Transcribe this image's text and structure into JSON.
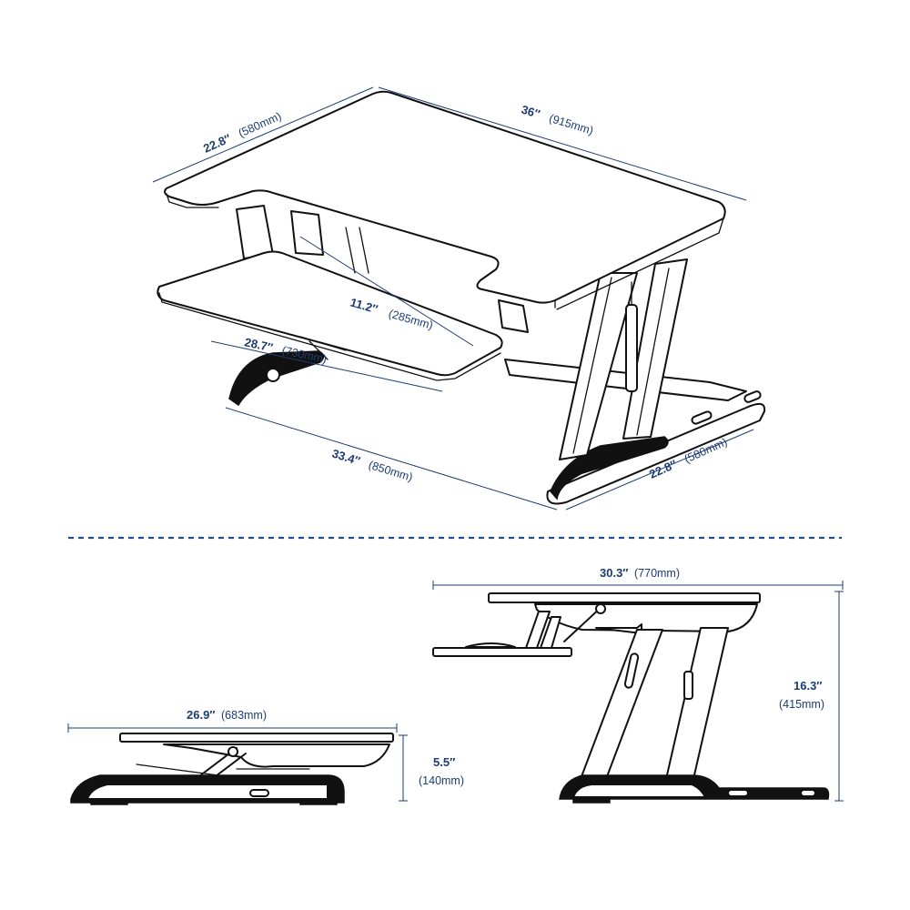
{
  "top_view": {
    "depth_top": {
      "value": "22.8″",
      "metric": "(580mm)"
    },
    "width_top": {
      "value": "36″",
      "metric": "(915mm)"
    },
    "keyboard_depth": {
      "value": "11.2″",
      "metric": "(285mm)"
    },
    "keyboard_width": {
      "value": "28.7″",
      "metric": "(730mm)"
    },
    "base_width": {
      "value": "33.4″",
      "metric": "(850mm)"
    },
    "base_depth": {
      "value": "22.8″",
      "metric": "(580mm)"
    }
  },
  "collapsed_view": {
    "width": {
      "value": "26.9″",
      "metric": "(683mm)"
    },
    "height": {
      "value": "5.5″",
      "metric": "(140mm)"
    }
  },
  "raised_view": {
    "width": {
      "value": "30.3″",
      "metric": "(770mm)"
    },
    "height": {
      "value": "16.3″",
      "metric": "(415mm)"
    }
  }
}
